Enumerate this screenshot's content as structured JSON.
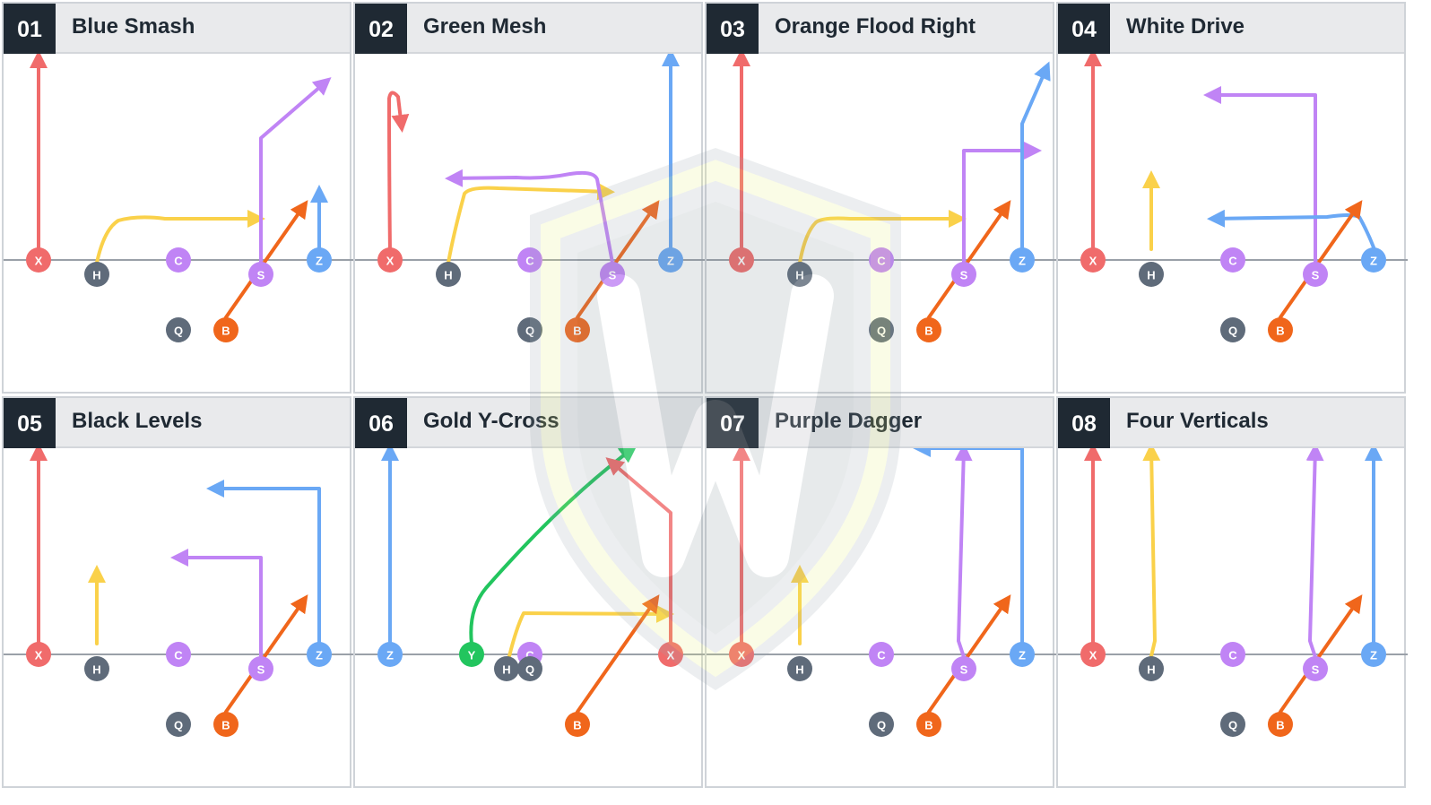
{
  "colors": {
    "X": "#f06b6b",
    "H": "#5f6b7a",
    "C": "#c084f5",
    "S": "#c084f5",
    "Z": "#6aa8f5",
    "Q": "#5f6b7a",
    "B": "#f0661b",
    "Y": "#22c55e",
    "route_red": "#f06b6b",
    "route_yellow": "#fad14a",
    "route_purple": "#c084f5",
    "route_blue": "#6aa8f5",
    "route_orange": "#f0661b",
    "route_green": "#22c55e",
    "header_dark": "#1f2933"
  },
  "plays": [
    {
      "number": "01",
      "title": "Blue Smash"
    },
    {
      "number": "02",
      "title": "Green Mesh"
    },
    {
      "number": "03",
      "title": "Orange Flood Right"
    },
    {
      "number": "04",
      "title": "White Drive"
    },
    {
      "number": "05",
      "title": "Black Levels"
    },
    {
      "number": "06",
      "title": "Gold Y-Cross"
    },
    {
      "number": "07",
      "title": "Purple Dagger"
    },
    {
      "number": "08",
      "title": "Four Verticals"
    }
  ],
  "player_labels": {
    "X": "X",
    "H": "H",
    "C": "C",
    "S": "S",
    "Z": "Z",
    "Q": "Q",
    "B": "B",
    "Y": "Y"
  }
}
